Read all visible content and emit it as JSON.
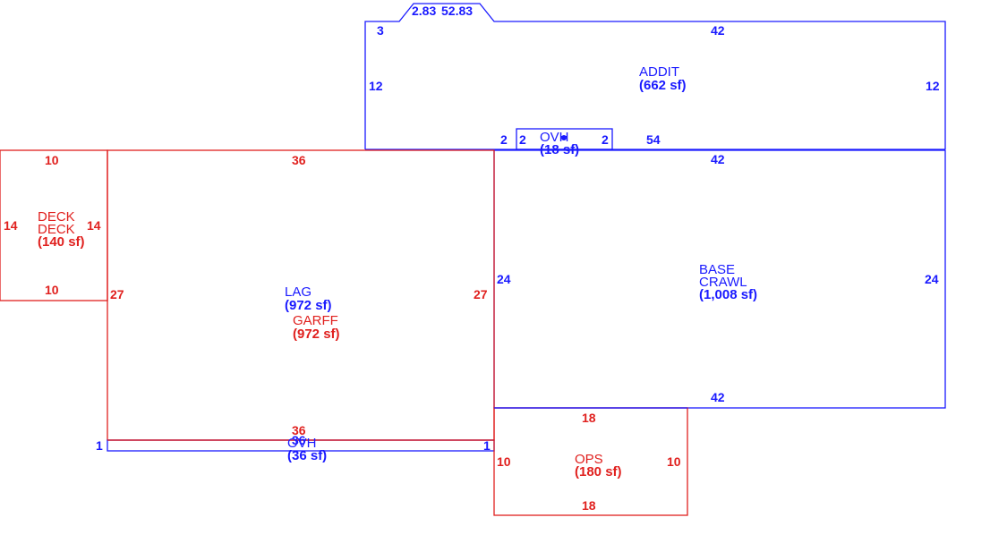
{
  "colors": {
    "blue": "#1a1aff",
    "red": "#e0201e",
    "background": "#ffffff"
  },
  "areas": {
    "addit": {
      "name": "ADDIT",
      "area": "(662 sf)",
      "dims": {
        "top_left": "3",
        "top_bay_left": "2.83",
        "top_bay_right": "52.83",
        "top": "42",
        "left": "12",
        "right": "12",
        "bottom_left": "2",
        "bottom": "54"
      }
    },
    "ovh_top": {
      "name": "OVH",
      "area": "(18 sf)",
      "dims": {
        "left": "2",
        "right": "2"
      }
    },
    "base": {
      "name1": "BASE",
      "name2": "CRAWL",
      "area": "(1,008 sf)",
      "dims": {
        "top": "42",
        "left": "24",
        "right": "24",
        "bottom": "42"
      }
    },
    "lag": {
      "name": "LAG",
      "area": "(972 sf)",
      "dims": {
        "top": "36",
        "left": "27",
        "right": "27",
        "bottom": "36"
      }
    },
    "garff": {
      "name": "GARFF",
      "area": "(972 sf)"
    },
    "ovh_bottom": {
      "name": "OVH",
      "area": "(36 sf)",
      "dims": {
        "left": "1",
        "right": "1",
        "top": "36"
      }
    },
    "deck": {
      "name1": "DECK",
      "name2": "DECK",
      "area": "(140 sf)",
      "dims": {
        "top": "10",
        "bottom": "10",
        "left": "14",
        "right": "14"
      }
    },
    "ops": {
      "name": "OPS",
      "area": "(180 sf)",
      "dims": {
        "top": "18",
        "bottom": "18",
        "left": "10",
        "right": "10"
      }
    }
  }
}
